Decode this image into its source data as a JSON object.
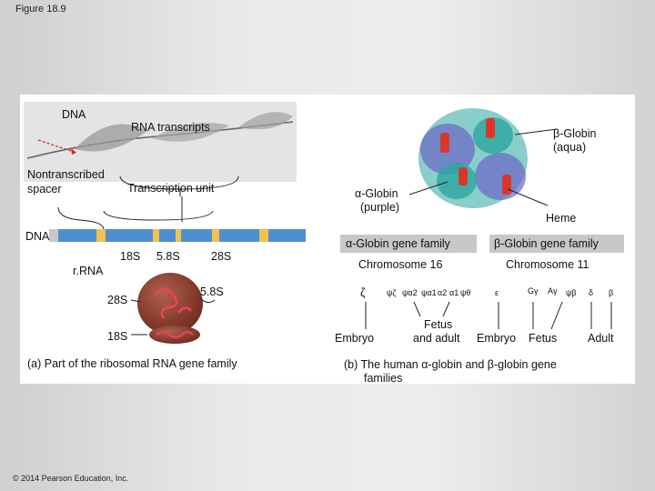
{
  "figure_label": "Figure 18.9",
  "copyright": "© 2014 Pearson Education, Inc.",
  "panel_a": {
    "micrograph_label_dna": "DNA",
    "micrograph_label_transcripts": "RNA transcripts",
    "nontranscribed_line1": "Nontranscribed",
    "nontranscribed_line2": "spacer",
    "transcription_unit": "Transcription unit",
    "dna_label": "DNA",
    "gene_18s": "18S",
    "gene_58s": "5.8S",
    "gene_28s": "28S",
    "rrna_label": "r.RNA",
    "product_28s": "28S",
    "product_58s": "5.8S",
    "product_18s": "18S",
    "caption": "(a) Part of the ribosomal RNA gene family"
  },
  "panel_b": {
    "beta_globin_line1": "β-Globin",
    "beta_globin_line2": "(aqua)",
    "alpha_globin_line1": "α-Globin",
    "alpha_globin_line2": "(purple)",
    "heme": "Heme",
    "alpha_family": "α-Globin gene family",
    "beta_family": "β-Globin gene family",
    "chromosome_16": "Chromosome 16",
    "chromosome_11": "Chromosome 11",
    "alpha_genes": [
      "ζ",
      "ψζ",
      "ψα2",
      "ψα1",
      "α2",
      "α1",
      "ψθ"
    ],
    "beta_genes": [
      "ε",
      "Gγ",
      "Aγ",
      "ψβ",
      "δ",
      "β"
    ],
    "stage_embryo_alpha": "Embryo",
    "stage_fetus_adult_line1": "Fetus",
    "stage_fetus_adult_line2": "and adult",
    "stage_embryo_beta": "Embryo",
    "stage_fetus": "Fetus",
    "stage_adult": "Adult",
    "caption_line1": "(b) The human α-globin and β-globin gene",
    "caption_line2": "families"
  },
  "colors": {
    "dna_bar": "#4f8fd0",
    "spacer_gray": "#c8c8c8",
    "gene_yellow": "#f2c24a",
    "rrna_brown": "#8a3a2a",
    "alpha_purple": "#6b66c4",
    "beta_aqua": "#2aa6a0",
    "heme_red": "#d8382a",
    "family_header": "#c8c8c8"
  }
}
